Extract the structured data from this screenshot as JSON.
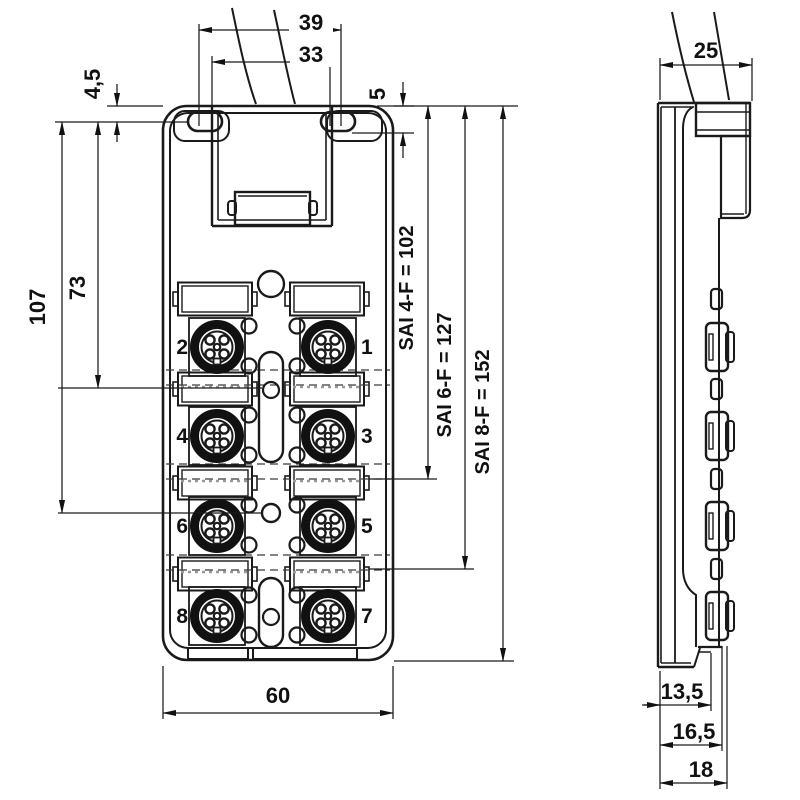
{
  "drawing": {
    "front": {
      "dims": {
        "top_width": "39",
        "hole_spacing": "33",
        "edge_to_hole": "4,5",
        "slot_height": "5",
        "hole_to_mid1": "73",
        "hole_to_mid2": "107",
        "body_width": "60",
        "sai4": "SAI 4-F = 102",
        "sai6": "SAI 6-F = 127",
        "sai8": "SAI 8-F = 152"
      },
      "connectors": {
        "n1": "1",
        "n2": "2",
        "n3": "3",
        "n4": "4",
        "n5": "5",
        "n6": "6",
        "n7": "7",
        "n8": "8"
      }
    },
    "side": {
      "dims": {
        "depth_top": "25",
        "depth_base": "13,5",
        "depth_mid": "16,5",
        "depth_total": "18"
      }
    }
  }
}
